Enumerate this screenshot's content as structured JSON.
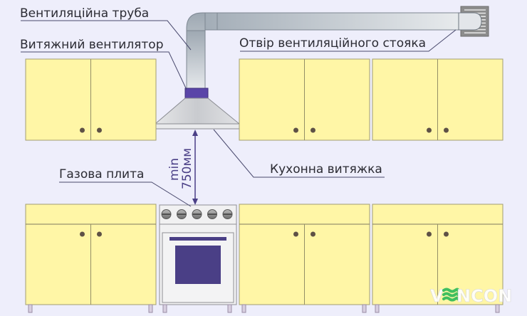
{
  "title": "Схема встановлення кухонної витяжки",
  "labels": {
    "vent_pipe": "Вентиляційна труба",
    "exhaust_fan": "Витяжний вентилятор",
    "vent_opening": "Отвір вентиляційного стояка",
    "kitchen_hood": "Кухонна витяжка",
    "gas_stove": "Газова плита"
  },
  "dimension": {
    "prefix": "min",
    "value": "750мм"
  },
  "logo": {
    "text_left": "V",
    "text_right": "NCON",
    "icon": "wave-lines-icon",
    "accent_color": "#3fbf5f"
  },
  "colors": {
    "background": "#eeeefb",
    "cabinet_fill": "#fff6a6",
    "cabinet_stroke": "#a39f72",
    "handle": "#5e5146",
    "fan": "#5a45a8",
    "oven_window": "#4a3f86",
    "leader_line": "#4a4a6e",
    "pipe": "#b4bcc4"
  },
  "wall_cabinets": [
    {
      "name": "wall-cabinet-left"
    },
    {
      "name": "wall-cabinet-center"
    },
    {
      "name": "wall-cabinet-right"
    }
  ],
  "base_cabinets": [
    {
      "name": "base-cabinet-left"
    },
    {
      "name": "base-cabinet-center"
    },
    {
      "name": "base-cabinet-right"
    }
  ],
  "stove": {
    "burner_count": 5
  }
}
